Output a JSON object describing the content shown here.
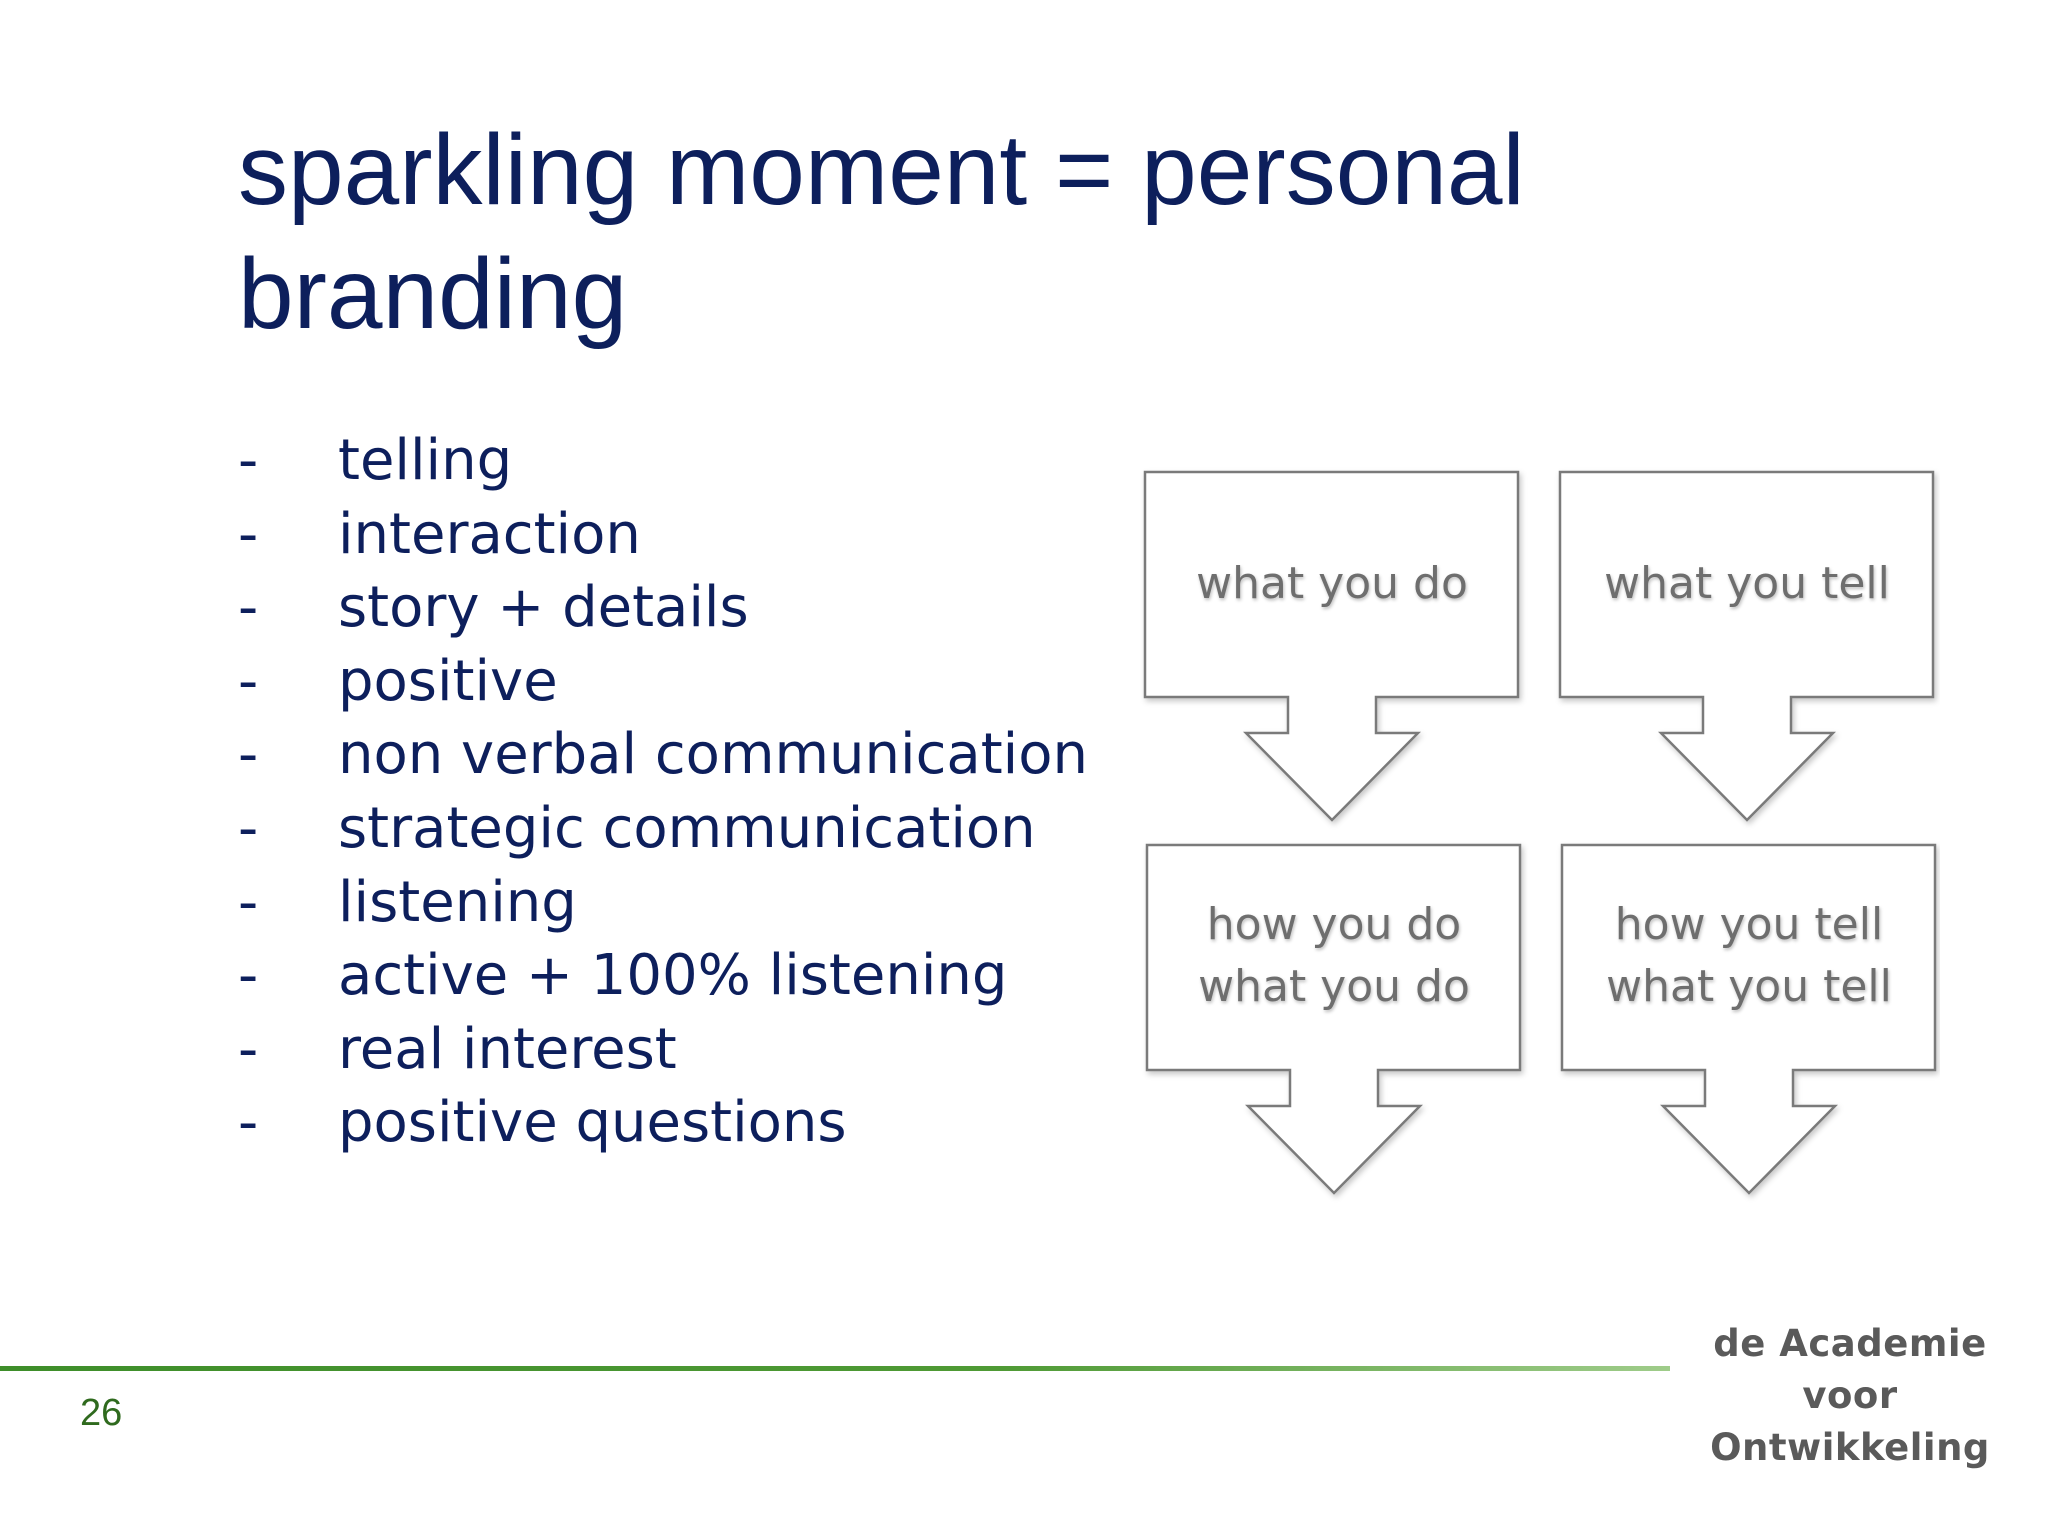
{
  "slide": {
    "title": "sparkling moment =  personal branding",
    "page_number": "26"
  },
  "bullets": [
    {
      "marker": "-",
      "text": "telling"
    },
    {
      "marker": "-",
      "text": "interaction"
    },
    {
      "marker": "-",
      "text": "story + details"
    },
    {
      "marker": "-",
      "text": "positive"
    },
    {
      "marker": "-",
      "text": "non verbal communication"
    },
    {
      "marker": "-",
      "text": "strategic communication"
    },
    {
      "marker": "-",
      "text": "listening"
    },
    {
      "marker": "-",
      "text": "active + 100% listening"
    },
    {
      "marker": "-",
      "text": "real interest"
    },
    {
      "marker": "-",
      "text": "positive questions"
    }
  ],
  "diagram": {
    "boxes": [
      {
        "lines": [
          "what you do"
        ]
      },
      {
        "lines": [
          "what you tell"
        ]
      },
      {
        "lines": [
          "how you do",
          "what you do"
        ]
      },
      {
        "lines": [
          "how you tell",
          "what you tell"
        ]
      }
    ]
  },
  "logo": {
    "line1": "de Academie",
    "line2": "voor Ontwikkeling"
  },
  "colors": {
    "title": "#0d1f5c",
    "text": "#0d1f5c",
    "accent_line": "#3e8e2a",
    "page_number": "#2f6a1e",
    "diagram_text": "#6e6e6e",
    "diagram_stroke": "#7a7a7a"
  }
}
